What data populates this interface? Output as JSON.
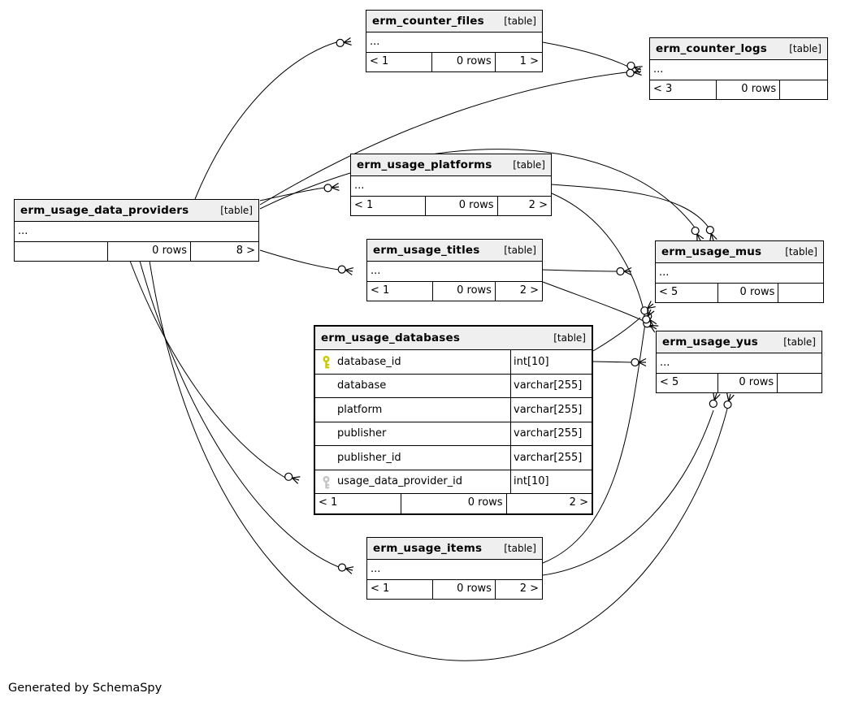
{
  "footer_note": "Generated by SchemaSpy",
  "colors": {
    "header_bg": "#efefef",
    "border": "#000000",
    "primary_key": "#c9c900",
    "foreign_key": "#c4c4c4",
    "line": "#000000"
  },
  "tables": {
    "counter_files": {
      "name": "erm_counter_files",
      "type_label": "[table]",
      "body": "...",
      "footer": {
        "parents": "< 1",
        "rows": "0 rows",
        "children": "1 >"
      }
    },
    "counter_logs": {
      "name": "erm_counter_logs",
      "type_label": "[table]",
      "body": "...",
      "footer": {
        "parents": "< 3",
        "rows": "0 rows",
        "children": ""
      }
    },
    "platforms": {
      "name": "erm_usage_platforms",
      "type_label": "[table]",
      "body": "...",
      "footer": {
        "parents": "< 1",
        "rows": "0 rows",
        "children": "2 >"
      }
    },
    "data_providers": {
      "name": "erm_usage_data_providers",
      "type_label": "[table]",
      "body": "...",
      "footer": {
        "parents": "",
        "rows": "0 rows",
        "children": "8 >"
      }
    },
    "titles": {
      "name": "erm_usage_titles",
      "type_label": "[table]",
      "body": "...",
      "footer": {
        "parents": "< 1",
        "rows": "0 rows",
        "children": "2 >"
      }
    },
    "mus": {
      "name": "erm_usage_mus",
      "type_label": "[table]",
      "body": "...",
      "footer": {
        "parents": "< 5",
        "rows": "0 rows",
        "children": ""
      }
    },
    "yus": {
      "name": "erm_usage_yus",
      "type_label": "[table]",
      "body": "...",
      "footer": {
        "parents": "< 5",
        "rows": "0 rows",
        "children": ""
      }
    },
    "items": {
      "name": "erm_usage_items",
      "type_label": "[table]",
      "body": "...",
      "footer": {
        "parents": "< 1",
        "rows": "0 rows",
        "children": "2 >"
      }
    },
    "databases": {
      "name": "erm_usage_databases",
      "type_label": "[table]",
      "columns": [
        {
          "key": "primary",
          "name": "database_id",
          "type": "int[10]"
        },
        {
          "key": "",
          "name": "database",
          "type": "varchar[255]"
        },
        {
          "key": "",
          "name": "platform",
          "type": "varchar[255]"
        },
        {
          "key": "",
          "name": "publisher",
          "type": "varchar[255]"
        },
        {
          "key": "",
          "name": "publisher_id",
          "type": "varchar[255]"
        },
        {
          "key": "foreign",
          "name": "usage_data_provider_id",
          "type": "int[10]"
        }
      ],
      "footer": {
        "parents": "< 1",
        "rows": "0 rows",
        "children": "2 >"
      }
    }
  },
  "relationships": [
    {
      "from": "erm_usage_data_providers",
      "to": "erm_counter_files"
    },
    {
      "from": "erm_usage_data_providers",
      "to": "erm_counter_logs"
    },
    {
      "from": "erm_usage_data_providers",
      "to": "erm_usage_platforms"
    },
    {
      "from": "erm_usage_data_providers",
      "to": "erm_usage_titles"
    },
    {
      "from": "erm_usage_data_providers",
      "to": "erm_usage_databases"
    },
    {
      "from": "erm_usage_data_providers",
      "to": "erm_usage_items"
    },
    {
      "from": "erm_usage_data_providers",
      "to": "erm_usage_mus"
    },
    {
      "from": "erm_usage_data_providers",
      "to": "erm_usage_yus"
    },
    {
      "from": "erm_counter_files",
      "to": "erm_counter_logs"
    },
    {
      "from": "erm_usage_platforms",
      "to": "erm_usage_mus"
    },
    {
      "from": "erm_usage_platforms",
      "to": "erm_usage_yus"
    },
    {
      "from": "erm_usage_titles",
      "to": "erm_usage_mus"
    },
    {
      "from": "erm_usage_titles",
      "to": "erm_usage_yus"
    },
    {
      "from": "erm_usage_databases",
      "to": "erm_usage_mus"
    },
    {
      "from": "erm_usage_databases",
      "to": "erm_usage_yus"
    },
    {
      "from": "erm_usage_items",
      "to": "erm_usage_mus"
    },
    {
      "from": "erm_usage_items",
      "to": "erm_usage_yus"
    }
  ]
}
